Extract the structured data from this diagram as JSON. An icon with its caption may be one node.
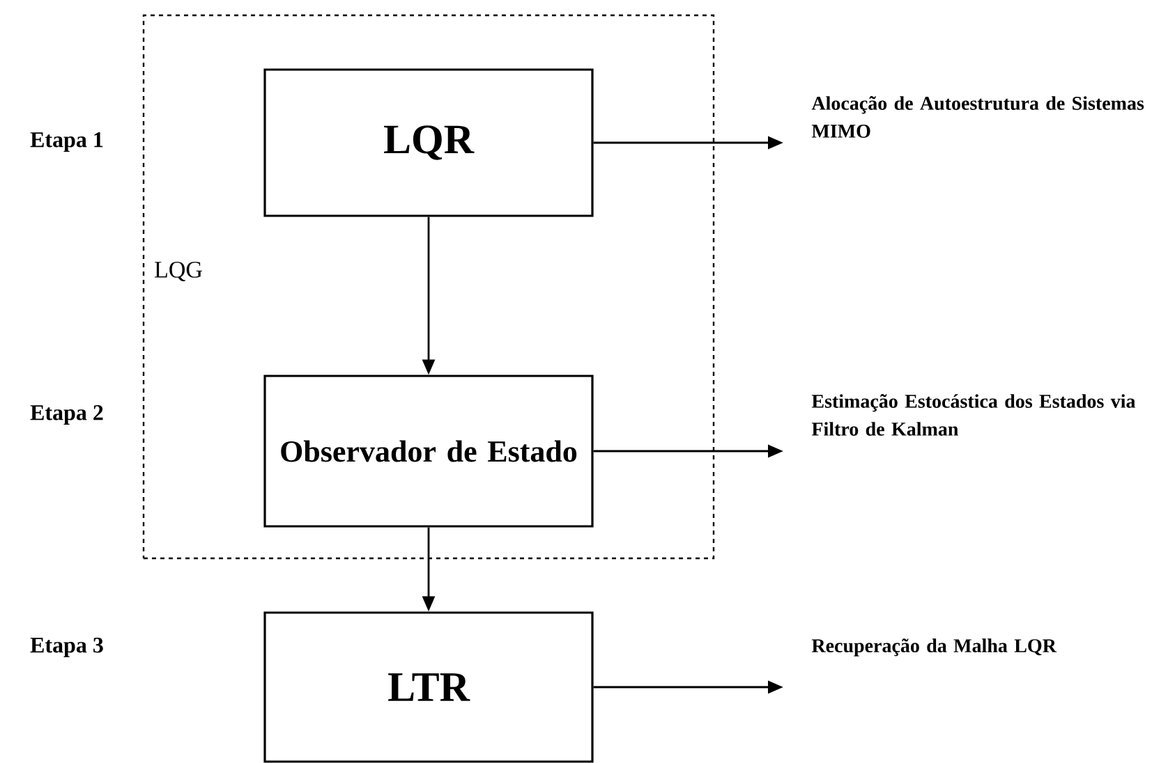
{
  "diagram": {
    "nodes": [
      {
        "text": [
          "LQG"
        ]
      },
      {
        "text": [
          "LQR"
        ],
        "in": 0
      },
      {
        "text": [
          "Observador de Estado"
        ],
        "in": 0
      },
      {
        "text": [
          "LTR"
        ]
      },
      {
        "text": [
          "Alocação de Autoestrutura de Sistemas MIMO"
        ]
      },
      {
        "text": [
          "Estimação Estocástica dos Estados via Filtro de Kalman"
        ]
      },
      {
        "text": [
          "Recuperação da Malha LQR"
        ]
      }
    ],
    "edges": [
      {
        "from": 1,
        "to": 2,
        "arrow": "to"
      },
      {
        "from": 2,
        "to": 3,
        "arrow": "to"
      },
      {
        "from": 1,
        "to": 4,
        "arrow": "to"
      },
      {
        "from": 2,
        "to": 5,
        "arrow": "to"
      },
      {
        "from": 3,
        "to": 6,
        "arrow": "to"
      }
    ],
    "labels": [
      "Etapa 1",
      "Etapa 2",
      "Etapa 3"
    ]
  }
}
